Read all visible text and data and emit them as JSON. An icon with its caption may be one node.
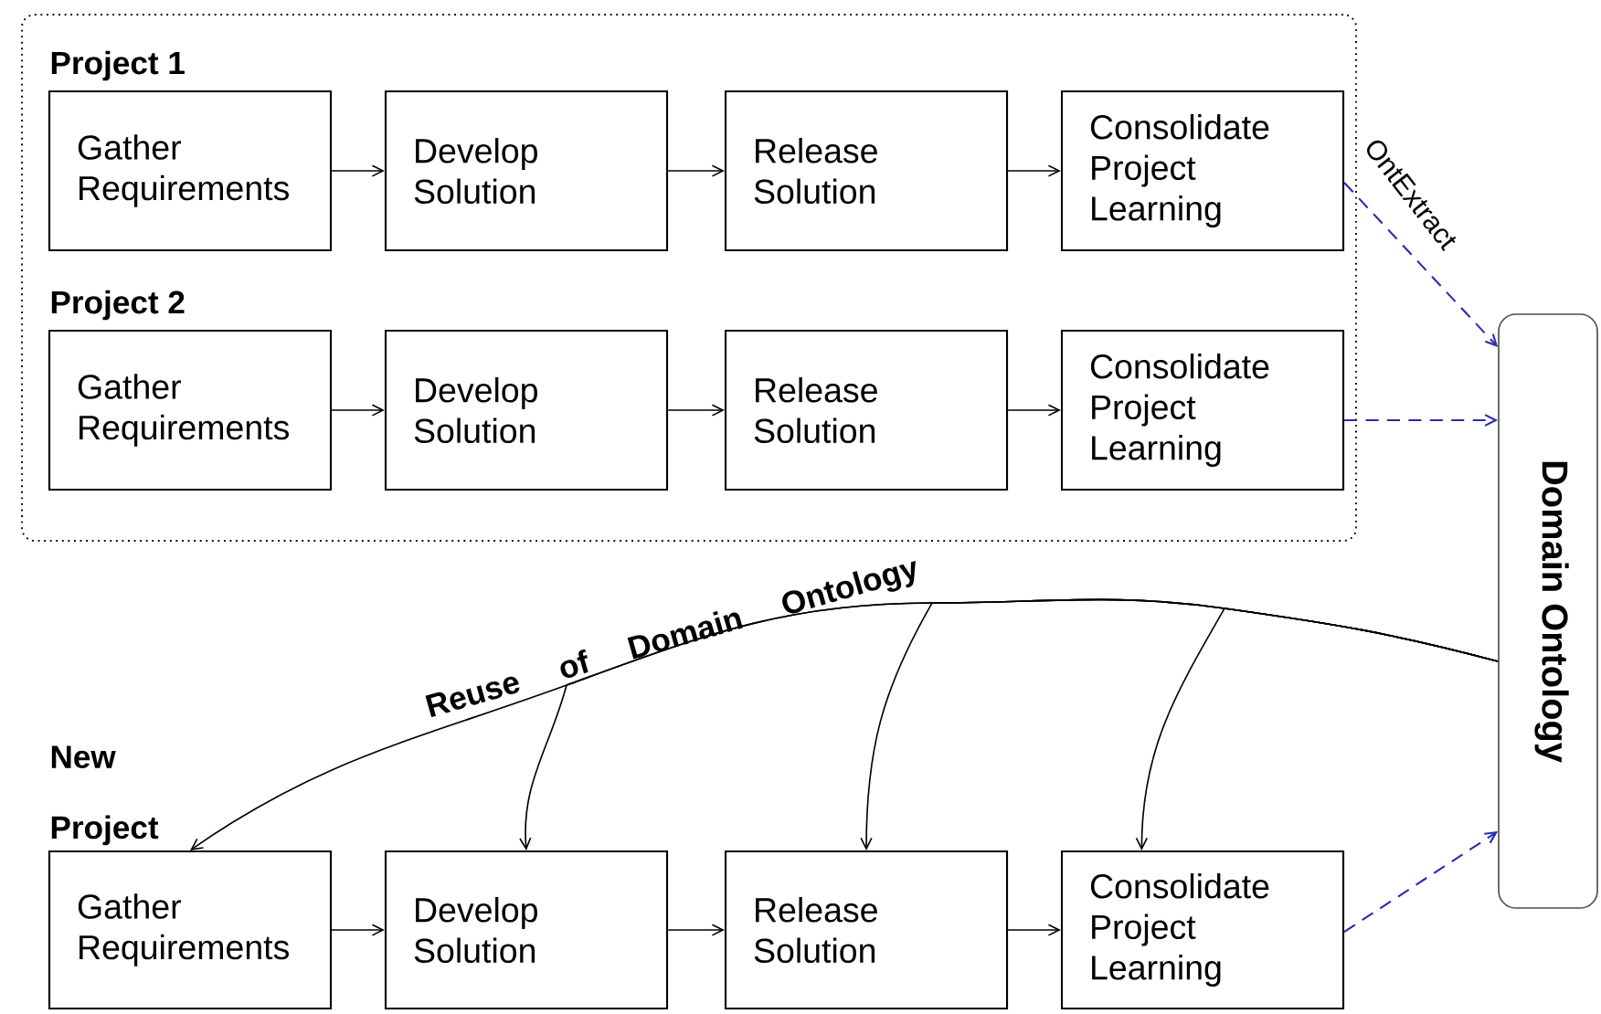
{
  "diagram": {
    "nodes": [
      {
        "text": [
          "Project 1",
          "Project 2"
        ]
      },
      {
        "text": [
          "Gather Requirements"
        ],
        "in": 0
      },
      {
        "text": [
          "Develop Solution"
        ],
        "in": 0
      },
      {
        "text": [
          "Release Solution"
        ],
        "in": 0
      },
      {
        "text": [
          "Consolidate Project Learning"
        ],
        "in": 0
      },
      {
        "text": [
          "Gather Requirements"
        ],
        "in": 0
      },
      {
        "text": [
          "Develop Solution"
        ],
        "in": 0
      },
      {
        "text": [
          "Release Solution"
        ],
        "in": 0
      },
      {
        "text": [
          "Consolidate Project Learning"
        ],
        "in": 0
      },
      {
        "text": [
          "Domain Ontology"
        ]
      },
      {
        "text": [
          "Gather Requirements"
        ]
      },
      {
        "text": [
          "Develop Solution"
        ]
      },
      {
        "text": [
          "Release Solution"
        ]
      },
      {
        "text": [
          "Consolidate Project Learning"
        ]
      }
    ],
    "edges": [
      {
        "from": 1,
        "to": 2,
        "arrow": "to"
      },
      {
        "from": 2,
        "to": 3,
        "arrow": "to"
      },
      {
        "from": 3,
        "to": 4,
        "arrow": "to"
      },
      {
        "from": 5,
        "to": 6,
        "arrow": "to"
      },
      {
        "from": 6,
        "to": 7,
        "arrow": "to"
      },
      {
        "from": 7,
        "to": 8,
        "arrow": "to"
      },
      {
        "from": 4,
        "to": 9,
        "arrow": "to",
        "label": "OntExtract",
        "style": "dashed",
        "color": "#2a2ab0"
      },
      {
        "from": 8,
        "to": 9,
        "arrow": "to",
        "style": "dashed",
        "color": "#2a2ab0"
      },
      {
        "from": 10,
        "to": 11,
        "arrow": "to"
      },
      {
        "from": 11,
        "to": 12,
        "arrow": "to"
      },
      {
        "from": 12,
        "to": 13,
        "arrow": "to"
      },
      {
        "from": 13,
        "to": 9,
        "arrow": "to",
        "style": "dashed",
        "color": "#2a2ab0"
      },
      {
        "from": 9,
        "to": 10,
        "arrow": "to",
        "label": "Reuse of Domain Ontology"
      },
      {
        "from": 9,
        "to": 11,
        "arrow": "to"
      },
      {
        "from": 9,
        "to": 12,
        "arrow": "to"
      },
      {
        "from": 9,
        "to": 13,
        "arrow": "to"
      }
    ],
    "labels": [
      "New Project"
    ]
  }
}
